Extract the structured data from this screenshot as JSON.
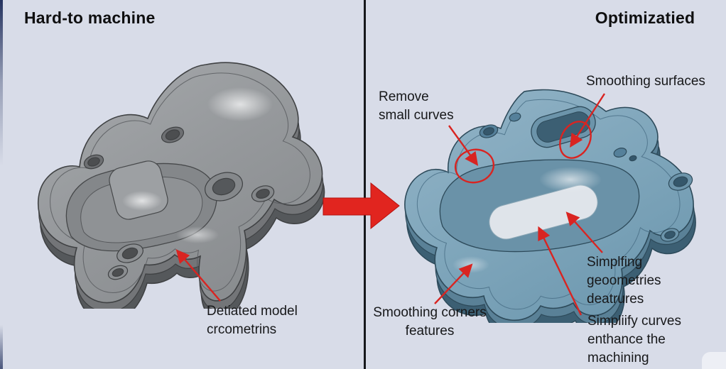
{
  "titles": {
    "left": "Hard-to machine",
    "right": "Optimizatied"
  },
  "labels": {
    "detailed_model": "Detiated model\ncrcometrins",
    "remove_small_curves": "Remove\nsmall curves",
    "smoothing_surfaces": "Smoothing surfaces",
    "smoothing_corners": "Smoothing corners\nfeatures",
    "simplify_geometries": "Simplfing\ngeoometries\ndeatrures",
    "simplify_curves": "Simpliify curves\nenthance the\nmachining"
  },
  "colors": {
    "background": "#d8dce8",
    "divider": "#17181c",
    "annotation_red": "#d92421",
    "transform_arrow_red": "#e1251f",
    "left_model_top": "#97999c",
    "left_model_side": "#626467",
    "left_model_outline": "#3f4143",
    "right_model_top": "#7fa6bb",
    "right_model_side": "#44697e",
    "right_model_outline": "#2d4a5a",
    "text": "#141414"
  }
}
